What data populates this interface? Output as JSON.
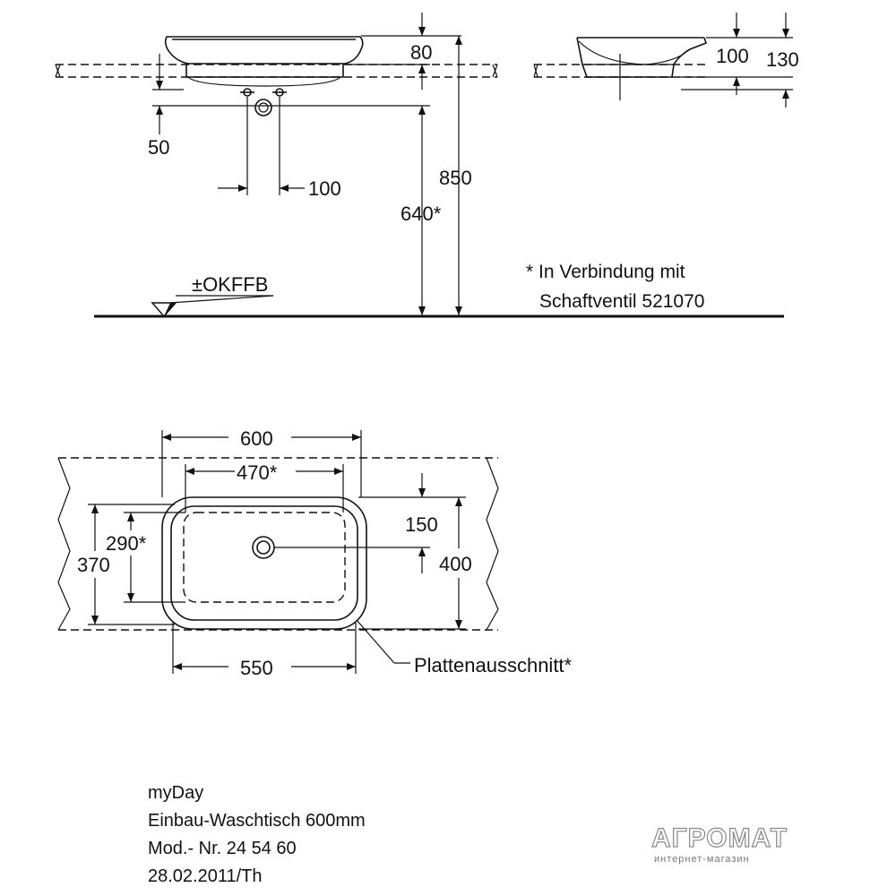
{
  "dimensions": {
    "depth_80": "80",
    "drain_50": "50",
    "spacing_100": "100",
    "height_850": "850",
    "height_640": "640*",
    "side_100": "100",
    "side_130": "130",
    "width_600": "600",
    "width_470": "470*",
    "offset_150": "150",
    "depth_400": "400",
    "depth_370": "370",
    "depth_290": "290*",
    "cutout_550": "550"
  },
  "labels": {
    "floor_reference": "±OKFFB",
    "footnote_line1": "* In Verbindung mit",
    "footnote_line2": "Schaftventil 521070",
    "cutout": "Plattenausschnitt*"
  },
  "title_block": {
    "product": "myDay",
    "description": "Einbau-Waschtisch 600mm",
    "model": "Mod.- Nr. 24 54 60",
    "date": "28.02.2011/Th"
  },
  "watermark": {
    "brand": "АГРОМАТ",
    "tagline": "интернет-магазин"
  }
}
